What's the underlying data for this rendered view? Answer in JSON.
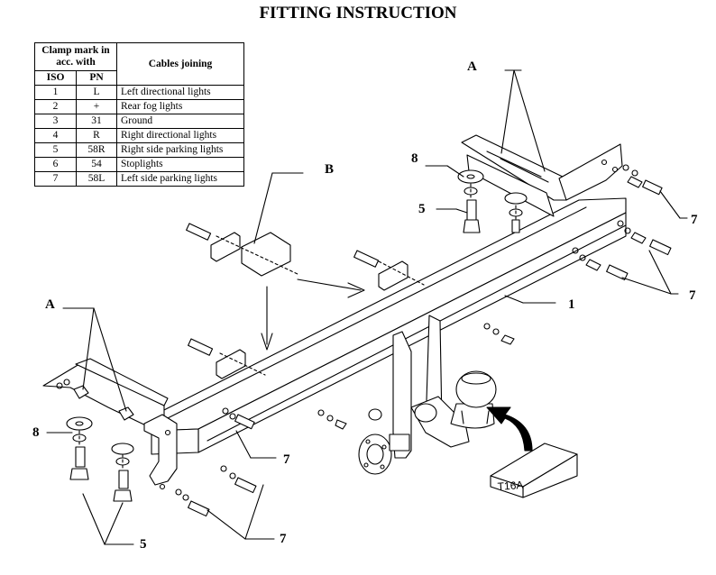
{
  "title": "FITTING INSTRUCTION",
  "table": {
    "header_clamp": "Clamp mark in acc. with",
    "header_iso": "ISO",
    "header_pn": "PN",
    "header_cables": "Cables joining",
    "rows": [
      {
        "iso": "1",
        "pn": "L",
        "cable": "Left directional lights"
      },
      {
        "iso": "2",
        "pn": "+",
        "cable": "Rear fog lights"
      },
      {
        "iso": "3",
        "pn": "31",
        "cable": "Ground"
      },
      {
        "iso": "4",
        "pn": "R",
        "cable": "Right directional lights"
      },
      {
        "iso": "5",
        "pn": "58R",
        "cable": "Right side parking lights"
      },
      {
        "iso": "6",
        "pn": "54",
        "cable": "Stoplights"
      },
      {
        "iso": "7",
        "pn": "58L",
        "cable": "Left side parking lights"
      }
    ]
  },
  "labels": {
    "A": "A",
    "B": "B",
    "one": "1",
    "five": "5",
    "seven": "7",
    "eight": "8"
  },
  "box_label": "T16A"
}
